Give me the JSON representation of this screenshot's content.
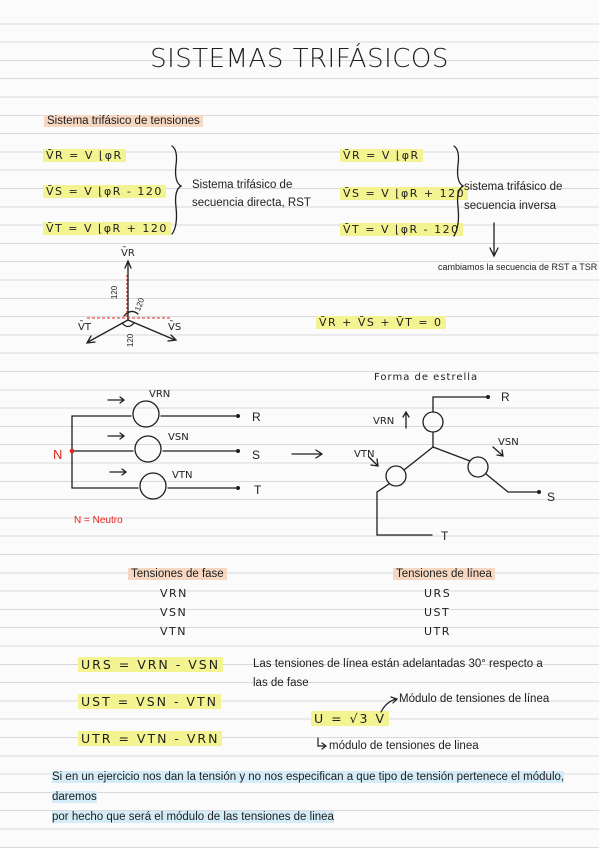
{
  "title": "SISTEMAS TRIFÁSICOS",
  "section_tensions": "Sistema trifásico de tensiones",
  "direct": {
    "eq_r": "V̄R  =  V ⌊φR",
    "eq_s": "V̄S  =  V ⌊φR - 120",
    "eq_t": "V̄T  =  V ⌊φR + 120",
    "label_line1": "Sistema trifásico de",
    "label_line2": "secuencia directa, RST"
  },
  "inverse": {
    "eq_r": "V̄R  =  V ⌊φR",
    "eq_s": "V̄S  =  V ⌊φR + 120",
    "eq_t": "V̄T  =  V ⌊φR - 120",
    "label_line1": "sistema trifásico de",
    "label_line2": "secuencia inversa",
    "note": "cambiamos la secuencia de RST a TSR"
  },
  "phasor": {
    "vr": "V̄R",
    "vs": "V̄S",
    "vt": "V̄T",
    "ang1": "120",
    "ang2": "120",
    "ang3": "120"
  },
  "sum_eq": "V̄R + V̄S + V̄T = 0",
  "circuit_left": {
    "van": "VRN",
    "vsn": "VSN",
    "vtn": "VTN",
    "r": "R",
    "s": "S",
    "t": "T",
    "n": "N",
    "neutral": "N = Neutro"
  },
  "circuit_star": {
    "heading": "Forma  de estrella",
    "van": "VRN",
    "vsn": "VSN",
    "vtn": "VTN",
    "r": "R",
    "s": "S",
    "t": "T"
  },
  "phase_tensions": {
    "heading": "Tensiones de fase",
    "items": [
      "VRN",
      "VSN",
      "VTN"
    ]
  },
  "line_tensions": {
    "heading": "Tensiones de línea",
    "items": [
      "URS",
      "UST",
      "UTR"
    ]
  },
  "line_eqs": [
    "URS = VRN - VSN",
    "UST = VSN - VTN",
    "UTR = VTN - VRN"
  ],
  "lead_text_1": "Las tensiones de línea están adelantadas 30° respecto a",
  "lead_text_2": "las de fase",
  "magnitude_eq": "U = √3 V",
  "magnitude_line_label": "Módulo de tensiones de línea",
  "magnitude_line_label2": "módulo de tensiones de linea",
  "note_line1": "Si en un ejercicio nos dan la tensión y no nos especifican a que tipo de tensión pertenece el módulo, daremos",
  "note_line2": "por hecho que será el módulo de las tensiones de linea",
  "colors": {
    "peach": "#f6d7c1",
    "yellow": "#f3f392",
    "blue": "#d3ecf7",
    "red": "#e0241b"
  }
}
